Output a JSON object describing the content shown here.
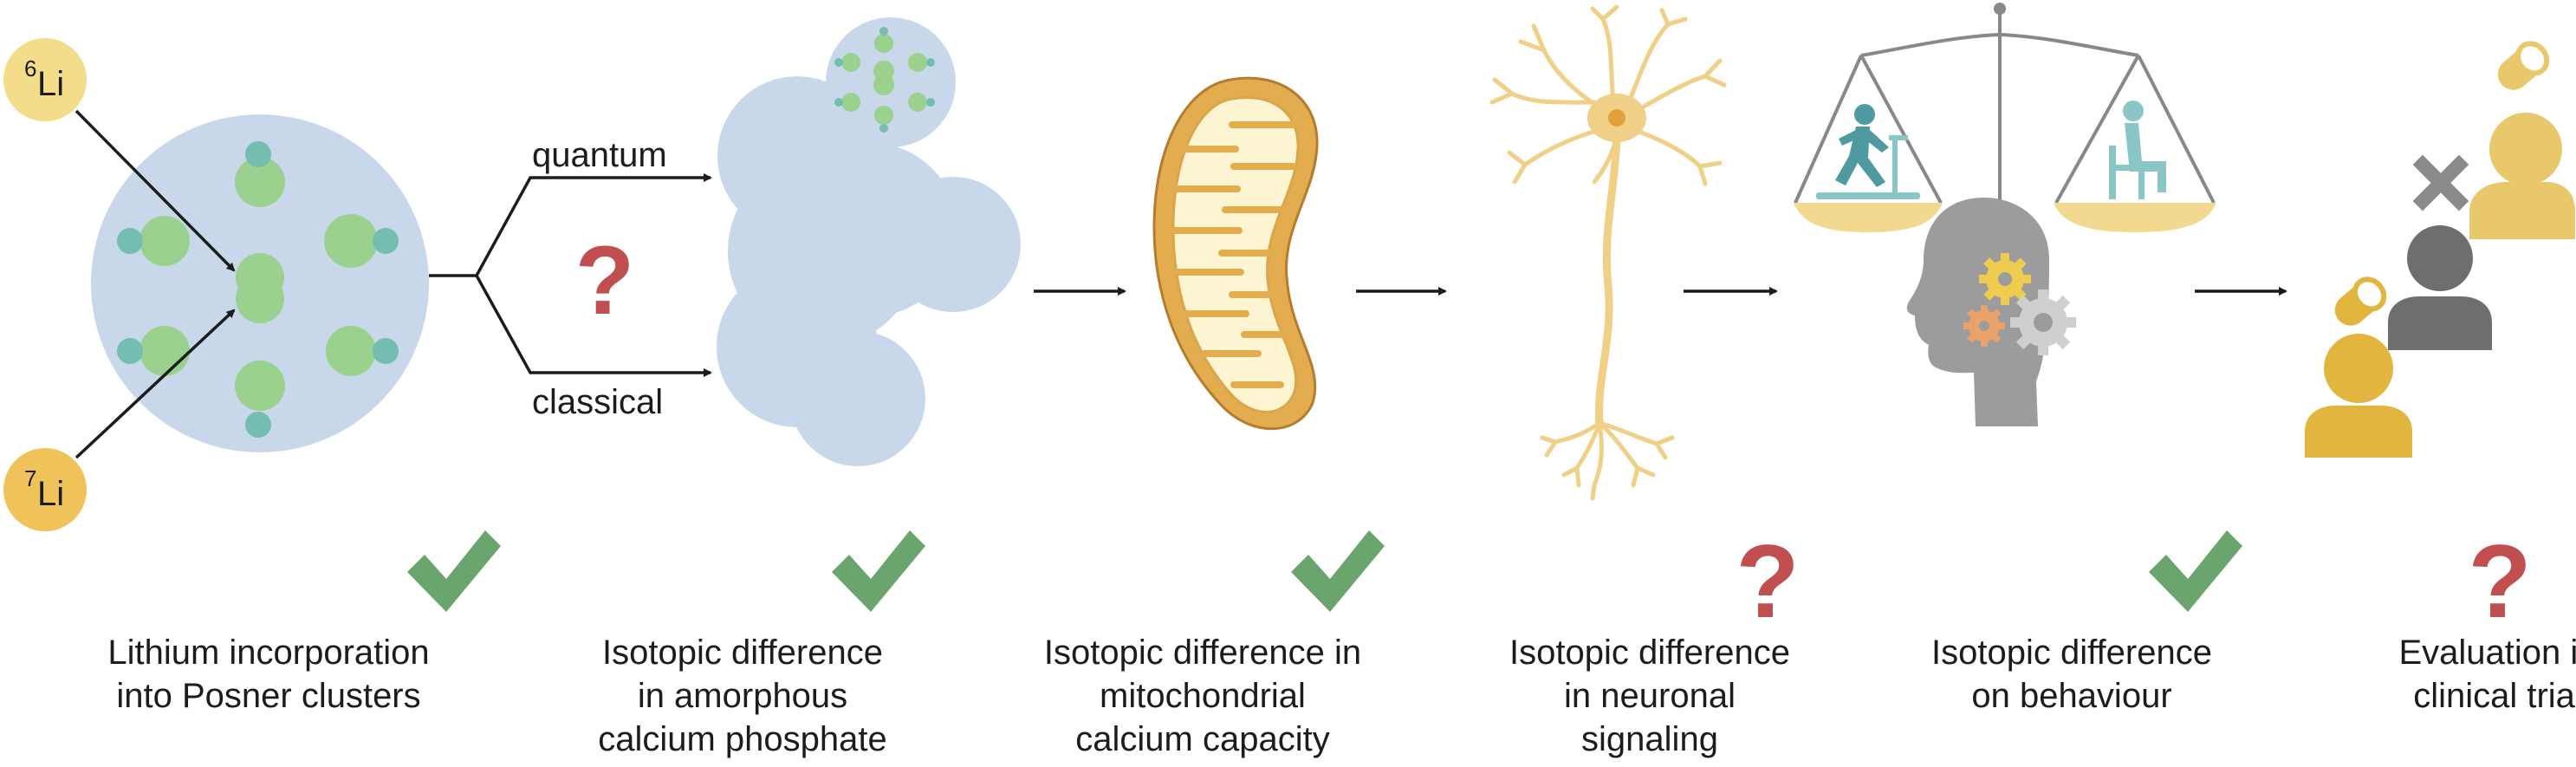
{
  "ions": [
    {
      "mass": "6",
      "symbol": "Li",
      "color": "#f4dd8a"
    },
    {
      "mass": "7",
      "symbol": "Li",
      "color": "#efc35a"
    }
  ],
  "branch": {
    "upper": "quantum",
    "lower": "classical",
    "unknown_mark": "?"
  },
  "stages": [
    {
      "status": "check",
      "lines": [
        "Lithium incorporation",
        "into Posner clusters"
      ]
    },
    {
      "status": "check",
      "lines": [
        "Isotopic difference",
        "in amorphous",
        "calcium phosphate"
      ]
    },
    {
      "status": "check",
      "lines": [
        "Isotopic difference in",
        "mitochondrial",
        "calcium capacity"
      ]
    },
    {
      "status": "unknown",
      "lines": [
        "Isotopic difference",
        "in neuronal",
        "signaling"
      ]
    },
    {
      "status": "check",
      "lines": [
        "Isotopic difference",
        "on behaviour"
      ]
    },
    {
      "status": "unknown",
      "lines": [
        "Evaluation in",
        "clinical trial"
      ]
    }
  ],
  "colors": {
    "check": "#6aa56d",
    "question": "#c24f4f",
    "cluster": "#c8d8ea",
    "calcium": "#9bd18e",
    "phosphate": "#74bdb0",
    "mito_outer": "#d9a64c",
    "mito_inner": "#fdf4d2",
    "neuron": "#f0cf86",
    "scale_pan": "#f3d98f",
    "person_gold": "#e2b53f",
    "person_gray": "#6e6e6e",
    "head_gray": "#9c9c9c"
  }
}
